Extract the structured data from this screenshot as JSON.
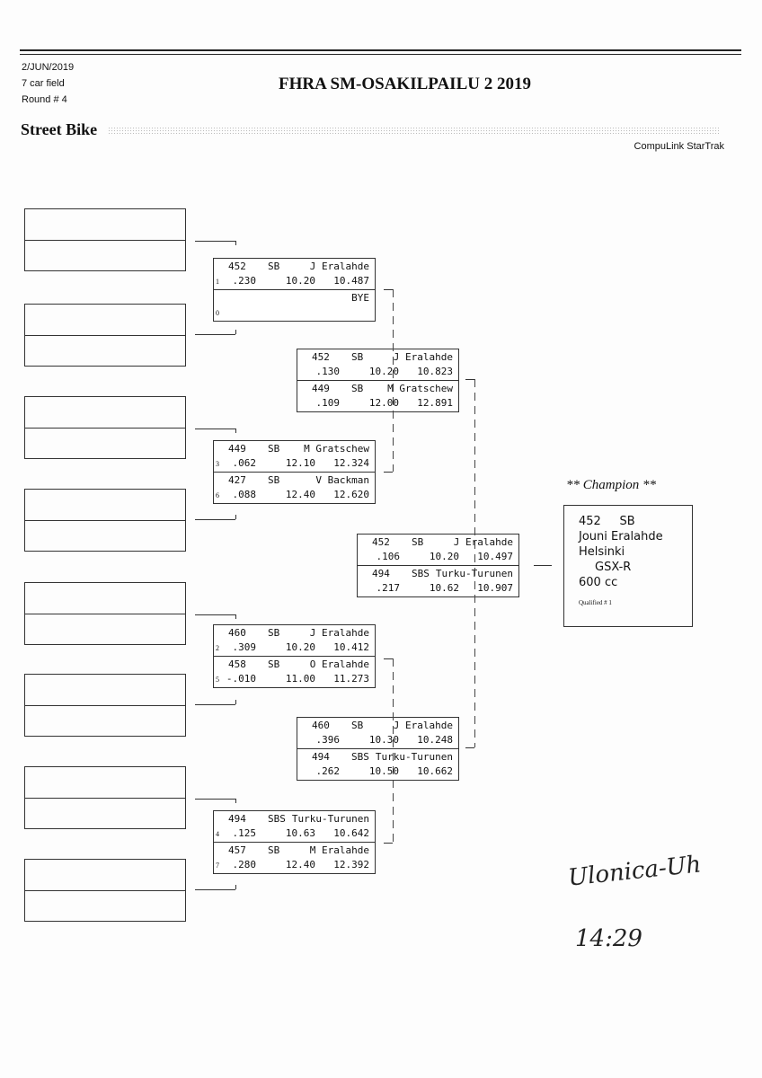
{
  "header": {
    "date": "2/JUN/2019",
    "field": "7 car field",
    "round": "Round # 4",
    "title": "FHRA SM-OSAKILPAILU 2 2019",
    "class_name": "Street Bike",
    "software": "CompuLink StarTrak"
  },
  "matches": [
    {
      "slots": [
        {
          "number": "452",
          "class": "SB",
          "name": "J Eralahde",
          "seed": "1",
          "rt": ".230",
          "dial": "10.20",
          "et": "10.487"
        },
        {
          "number": "",
          "class": "",
          "name": "BYE",
          "seed": "0",
          "rt": "",
          "dial": "",
          "et": ""
        }
      ]
    },
    {
      "slots": [
        {
          "number": "449",
          "class": "SB",
          "name": "M Gratschew",
          "seed": "3",
          "rt": ".062",
          "dial": "12.10",
          "et": "12.324"
        },
        {
          "number": "427",
          "class": "SB",
          "name": "V Backman",
          "seed": "6",
          "rt": ".088",
          "dial": "12.40",
          "et": "12.620"
        }
      ]
    },
    {
      "slots": [
        {
          "number": "460",
          "class": "SB",
          "name": "J Eralahde",
          "seed": "2",
          "rt": ".309",
          "dial": "10.20",
          "et": "10.412"
        },
        {
          "number": "458",
          "class": "SB",
          "name": "O Eralahde",
          "seed": "5",
          "rt": "-.010",
          "dial": "11.00",
          "et": "11.273"
        }
      ]
    },
    {
      "slots": [
        {
          "number": "494",
          "class": "SBS",
          "name": "Turku-Turunen",
          "seed": "4",
          "rt": ".125",
          "dial": "10.63",
          "et": "10.642"
        },
        {
          "number": "457",
          "class": "SB",
          "name": "M Eralahde",
          "seed": "7",
          "rt": ".280",
          "dial": "12.40",
          "et": "12.392"
        }
      ]
    },
    {
      "slots": [
        {
          "number": "452",
          "class": "SB",
          "name": "J Eralahde",
          "seed": "",
          "rt": ".130",
          "dial": "10.20",
          "et": "10.823"
        },
        {
          "number": "449",
          "class": "SB",
          "name": "M Gratschew",
          "seed": "",
          "rt": ".109",
          "dial": "12.00",
          "et": "12.891"
        }
      ]
    },
    {
      "slots": [
        {
          "number": "460",
          "class": "SB",
          "name": "J Eralahde",
          "seed": "",
          "rt": ".396",
          "dial": "10.30",
          "et": "10.248"
        },
        {
          "number": "494",
          "class": "SBS",
          "name": "Turku-Turunen",
          "seed": "",
          "rt": ".262",
          "dial": "10.50",
          "et": "10.662"
        }
      ]
    },
    {
      "slots": [
        {
          "number": "452",
          "class": "SB",
          "name": "J Eralahde",
          "seed": "",
          "rt": ".106",
          "dial": "10.20",
          "et": "10.497"
        },
        {
          "number": "494",
          "class": "SBS",
          "name": "Turku-Turunen",
          "seed": "",
          "rt": ".217",
          "dial": "10.62",
          "et": "10.907"
        }
      ]
    }
  ],
  "champion": {
    "label": "** Champion **",
    "line1": "452     SB",
    "name": "Jouni Eralahde",
    "city": "Helsinki",
    "bike": "GSX-R",
    "engine": "600 cc",
    "qualified": "Qualified # 1"
  },
  "handwriting": {
    "signature": "Ulonica-Uh",
    "time": "14:29"
  }
}
